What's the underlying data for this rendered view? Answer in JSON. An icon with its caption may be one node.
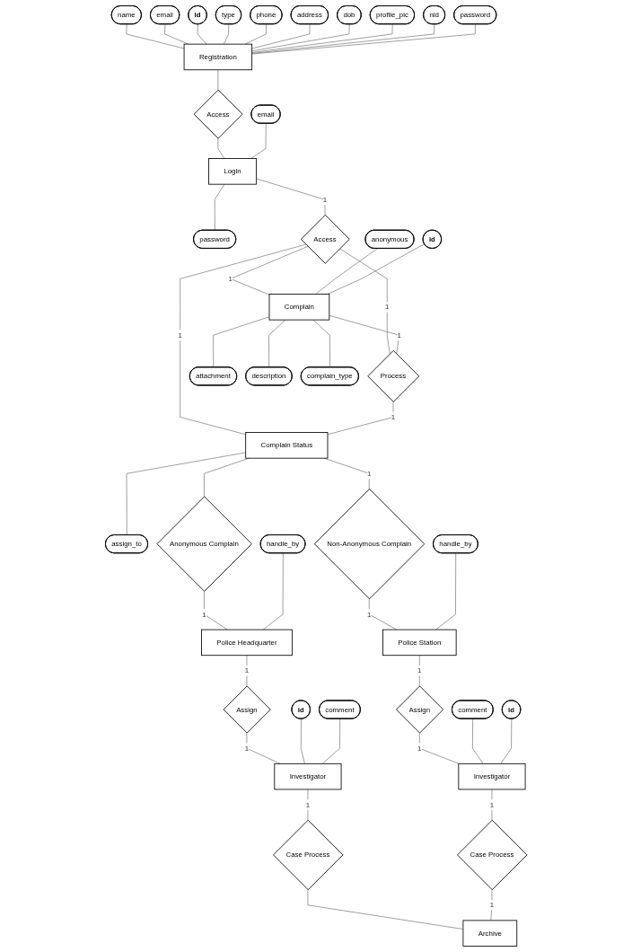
{
  "diagram": {
    "nodes": [
      {
        "text": [
          "name"
        ]
      },
      {
        "text": [
          "email"
        ]
      },
      {
        "text": [
          "id"
        ]
      },
      {
        "text": [
          "type"
        ]
      },
      {
        "text": [
          "phone"
        ]
      },
      {
        "text": [
          "address"
        ]
      },
      {
        "text": [
          "dob"
        ]
      },
      {
        "text": [
          "profile_pic"
        ]
      },
      {
        "text": [
          "Registration"
        ]
      },
      {
        "text": [
          "nid"
        ]
      },
      {
        "text": [
          "password"
        ]
      },
      {
        "text": [
          "Access"
        ]
      },
      {
        "text": [
          "email"
        ]
      },
      {
        "text": [
          "Login"
        ]
      },
      {
        "text": [
          "password"
        ]
      },
      {
        "text": [
          "Access"
        ]
      },
      {
        "text": [
          "anonymous"
        ]
      },
      {
        "text": [
          "assign_to"
        ]
      },
      {
        "text": [
          "id"
        ]
      },
      {
        "text": [
          "Complain"
        ]
      },
      {
        "text": [
          "Process"
        ]
      },
      {
        "text": [
          "Complain Status"
        ]
      },
      {
        "text": [
          "attachment"
        ]
      },
      {
        "text": [
          "Anonymous Complain"
        ]
      },
      {
        "text": [
          "Non-Anonymous Complain"
        ]
      },
      {
        "text": [
          "description"
        ]
      },
      {
        "text": [
          "handle_by"
        ]
      },
      {
        "text": [
          "handle_by"
        ]
      },
      {
        "text": [
          "Police Headquarter"
        ]
      },
      {
        "text": [
          "Police Station"
        ]
      },
      {
        "text": [
          "complain_type"
        ]
      },
      {
        "text": [
          "Assign"
        ]
      },
      {
        "text": [
          "Assign"
        ]
      },
      {
        "text": [
          "id"
        ]
      },
      {
        "text": [
          "comment"
        ]
      },
      {
        "text": [
          "id"
        ]
      },
      {
        "text": [
          "comment"
        ]
      },
      {
        "text": [
          "Investigator"
        ]
      },
      {
        "text": [
          "Investigator"
        ]
      },
      {
        "text": [
          "Case Process"
        ]
      },
      {
        "text": [
          "Case Process"
        ]
      },
      {
        "text": [
          "Archive"
        ]
      }
    ],
    "edges": [
      {
        "from": 0,
        "to": 8,
        "arrow": "none"
      },
      {
        "from": 1,
        "to": 8,
        "arrow": "none"
      },
      {
        "from": 2,
        "to": 8,
        "arrow": "none"
      },
      {
        "from": 3,
        "to": 8,
        "arrow": "none"
      },
      {
        "from": 4,
        "to": 8,
        "arrow": "none"
      },
      {
        "from": 5,
        "to": 8,
        "arrow": "none"
      },
      {
        "from": 6,
        "to": 8,
        "arrow": "none"
      },
      {
        "from": 7,
        "to": 8,
        "arrow": "none"
      },
      {
        "from": 9,
        "to": 8,
        "arrow": "none"
      },
      {
        "from": 10,
        "to": 8,
        "arrow": "none"
      },
      {
        "from": 8,
        "to": 11,
        "arrow": "none"
      },
      {
        "from": 11,
        "to": 13,
        "arrow": "none"
      },
      {
        "from": 12,
        "to": 13,
        "arrow": "none"
      },
      {
        "from": 13,
        "to": 14,
        "arrow": "none"
      },
      {
        "from": 13,
        "to": 15,
        "arrow": "none",
        "label": "1"
      },
      {
        "from": 15,
        "to": 19,
        "arrow": "none",
        "label": "1"
      },
      {
        "from": 15,
        "to": 20,
        "arrow": "none",
        "label": "1"
      },
      {
        "from": 15,
        "to": 21,
        "arrow": "none",
        "label": "1"
      },
      {
        "from": 16,
        "to": 19,
        "arrow": "none"
      },
      {
        "from": 18,
        "to": 19,
        "arrow": "none"
      },
      {
        "from": 19,
        "to": 22,
        "arrow": "none"
      },
      {
        "from": 19,
        "to": 25,
        "arrow": "none"
      },
      {
        "from": 19,
        "to": 30,
        "arrow": "none"
      },
      {
        "from": 19,
        "to": 20,
        "arrow": "none",
        "label": "1"
      },
      {
        "from": 20,
        "to": 21,
        "arrow": "none",
        "label": "1"
      },
      {
        "from": 21,
        "to": 17,
        "arrow": "none"
      },
      {
        "from": 21,
        "to": 23,
        "arrow": "none"
      },
      {
        "from": 21,
        "to": 24,
        "arrow": "none",
        "label": "1"
      },
      {
        "from": 23,
        "to": 28,
        "arrow": "none",
        "label": "1"
      },
      {
        "from": 24,
        "to": 29,
        "arrow": "none",
        "label": "1"
      },
      {
        "from": 26,
        "to": 28,
        "arrow": "none"
      },
      {
        "from": 27,
        "to": 29,
        "arrow": "none"
      },
      {
        "from": 28,
        "to": 31,
        "arrow": "none",
        "label": "1"
      },
      {
        "from": 29,
        "to": 32,
        "arrow": "none",
        "label": "1"
      },
      {
        "from": 31,
        "to": 37,
        "arrow": "none",
        "label": "1"
      },
      {
        "from": 32,
        "to": 38,
        "arrow": "none",
        "label": "1"
      },
      {
        "from": 33,
        "to": 37,
        "arrow": "none"
      },
      {
        "from": 36,
        "to": 37,
        "arrow": "none"
      },
      {
        "from": 34,
        "to": 38,
        "arrow": "none"
      },
      {
        "from": 35,
        "to": 38,
        "arrow": "none"
      },
      {
        "from": 37,
        "to": 39,
        "arrow": "none",
        "label": "1"
      },
      {
        "from": 38,
        "to": 40,
        "arrow": "none",
        "label": "1"
      },
      {
        "from": 39,
        "to": 41,
        "arrow": "none"
      },
      {
        "from": 40,
        "to": 41,
        "arrow": "none",
        "label": "1"
      }
    ]
  }
}
